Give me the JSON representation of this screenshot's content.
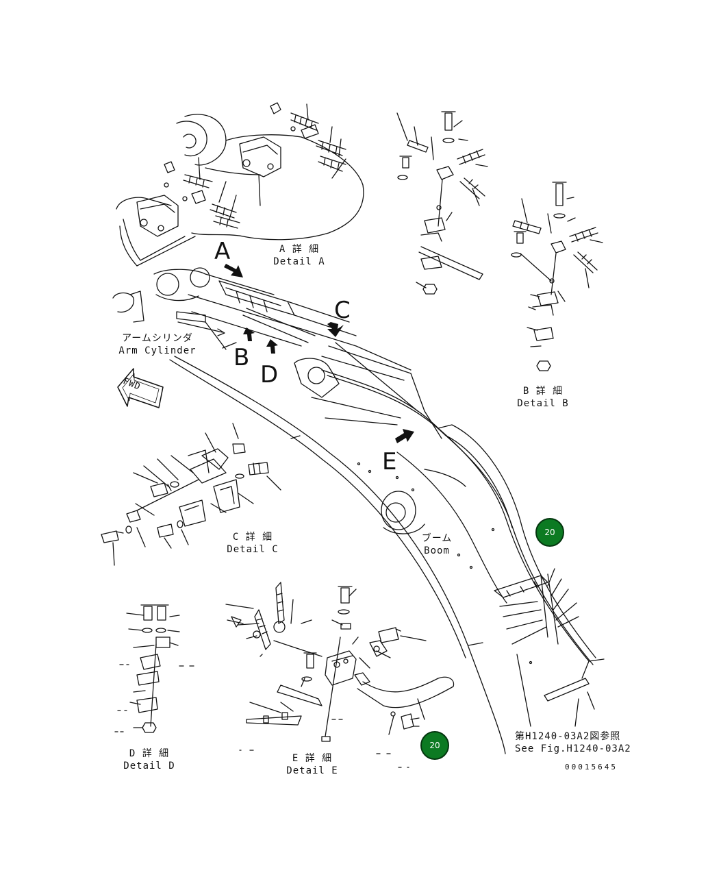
{
  "detail_a": {
    "jp": "A 詳 細",
    "en": "Detail A"
  },
  "detail_b": {
    "jp": "B 詳 細",
    "en": "Detail B"
  },
  "detail_c": {
    "jp": "C 詳 細",
    "en": "Detail C"
  },
  "detail_d": {
    "jp": "D 詳 細",
    "en": "Detail D"
  },
  "detail_e": {
    "jp": "E 詳 細",
    "en": "Detail E"
  },
  "arm_cylinder": {
    "jp": "アームシリンダ",
    "en": "Arm Cylinder"
  },
  "boom": {
    "jp": "ブーム",
    "en": "Boom"
  },
  "see_fig": {
    "jp": "第H1240-03A2図参照",
    "en": "See Fig.H1240-03A2"
  },
  "fwd": "FWD",
  "letters": {
    "a": "A",
    "b": "B",
    "c": "C",
    "d": "D",
    "e": "E"
  },
  "callouts": {
    "first": "20",
    "second": "20"
  },
  "callout_color": "#0c7a22",
  "drawing_number": "00015645"
}
